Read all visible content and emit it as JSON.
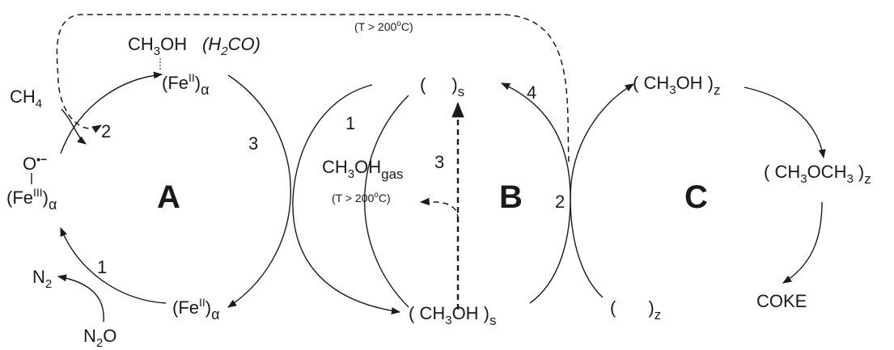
{
  "cycles": {
    "A": {
      "label": "A"
    },
    "B": {
      "label": "B"
    },
    "C": {
      "label": "C"
    }
  },
  "species": {
    "fe2_alpha_top": {
      "main": "(Fe",
      "sup": "II",
      "close": ")",
      "sub": "α"
    },
    "fe2_alpha_bottom": {
      "main": "(Fe",
      "sup": "II",
      "close": ")",
      "sub": "α"
    },
    "fe3_alpha": {
      "main": "(Fe",
      "sup": "III",
      "close": ")",
      "sub": "α"
    },
    "oxygen_radical": {
      "main": "O",
      "sup": "•−"
    },
    "methanol_bound": {
      "pre": "CH",
      "sub": "3",
      "post": "OH"
    },
    "formaldehyde": {
      "pre": "(H",
      "sub": "2",
      "post": "CO)"
    },
    "methane": {
      "pre": "CH",
      "sub": "4"
    },
    "nitrogen": {
      "pre": "N",
      "sub": "2"
    },
    "nitrous_oxide": {
      "pre": "N",
      "sub": "2",
      "post": "O"
    },
    "site_s_empty": {
      "open": "(",
      "close": ")",
      "sub": "s"
    },
    "methanol_s": {
      "open": "( CH",
      "sub3": "3",
      "post": "OH )",
      "sub": "s"
    },
    "methanol_gas": {
      "pre": "CH",
      "sub3": "3",
      "post": "OH",
      "sub": "gas"
    },
    "methanol_z": {
      "open": "( CH",
      "sub3": "3",
      "post": "OH )",
      "sub": "z"
    },
    "dme_z": {
      "open": "( CH",
      "subA": "3",
      "mid": "OCH",
      "subB": "3",
      "post": " )",
      "sub": "z"
    },
    "site_z_empty": {
      "open": "(",
      "close": ")",
      "sub": "z"
    },
    "coke": {
      "text": "COKE"
    }
  },
  "conditions": {
    "top": {
      "pre": "(T > 200",
      "sup": "o",
      "post": "C)"
    },
    "middle": {
      "pre": "(T > 200",
      "sup": "o",
      "post": "C)"
    }
  },
  "steps": {
    "A1": "1",
    "A2": "2",
    "A3": "3",
    "B1": "1",
    "B2": "2",
    "B3": "3",
    "B4": "4"
  },
  "colors": {
    "ink": "#1a1a1a",
    "background": "#ffffff"
  }
}
